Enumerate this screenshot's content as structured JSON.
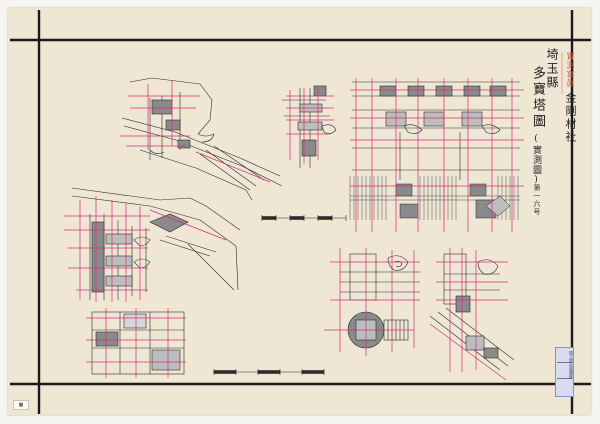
{
  "document": {
    "title_main": "埼玉縣",
    "title_sub": "多寶塔圖",
    "title_note": "(實測圖)",
    "sheet_number": "第一六号",
    "maker": "金剛材社",
    "vermilion_note": "實測寫眞",
    "stamp_text": "国立国会図書館",
    "corner_tag": "■"
  },
  "colors": {
    "paper": "#efe6d4",
    "border": "#1a1a1a",
    "ink": "#2b2b2b",
    "magenta": "#d0307a",
    "vermilion": "#d9604a",
    "hatch": "#8a8a8a"
  }
}
